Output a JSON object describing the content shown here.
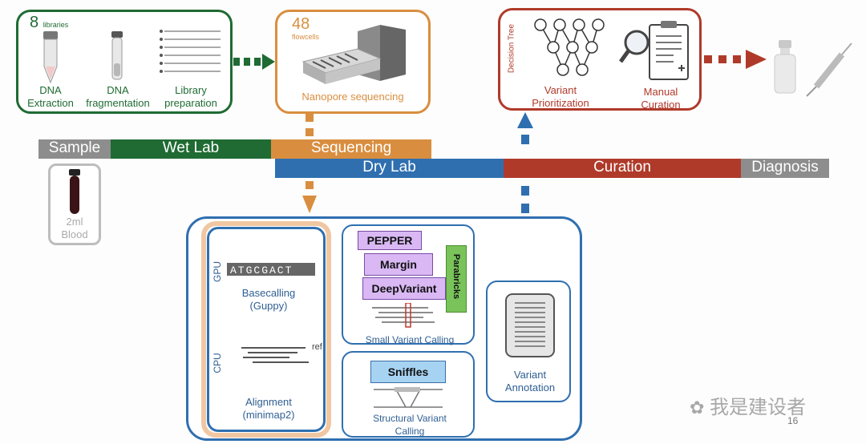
{
  "wetlab_box": {
    "count": "8",
    "count_unit": "libraries",
    "steps": [
      "DNA\nExtraction",
      "DNA\nfragmentation",
      "Library\npreparation"
    ]
  },
  "sequencing_box": {
    "count": "48",
    "count_unit": "flowcells",
    "label": "Nanopore sequencing"
  },
  "curation_box": {
    "vertical_label": "Decision Tree",
    "steps": [
      "Variant\nPrioritization",
      "Manual\nCuration"
    ]
  },
  "timeline": {
    "sample": "Sample",
    "wet_lab": "Wet Lab",
    "sequencing": "Sequencing",
    "dry_lab": "Dry Lab",
    "curation": "Curation",
    "diagnosis": "Diagnosis"
  },
  "blood_tube": {
    "label": "2ml\nBlood"
  },
  "compute_column": {
    "gpu_label": "GPU",
    "sequence_text": "ATGCGACT",
    "basecalling": "Basecalling\n(Guppy)",
    "cpu_label": "CPU",
    "ref_label": "ref",
    "alignment": "Alignment\n(minimap2)"
  },
  "small_variant": {
    "tools": [
      "PEPPER",
      "Margin",
      "DeepVariant"
    ],
    "accelerator": "Parabricks",
    "label": "Small Variant Calling"
  },
  "structural_variant": {
    "tool": "Sniffles",
    "label": "Structural Variant\nCalling"
  },
  "annotation": {
    "label": "Variant\nAnnotation"
  },
  "watermark": "我是建设者",
  "page_number": "16",
  "colors": {
    "wet_lab": "#1f6b33",
    "sequencing": "#d98e3f",
    "dry_lab": "#2f6fb0",
    "curation": "#b03a2a",
    "gray": "#8d8d8d"
  }
}
